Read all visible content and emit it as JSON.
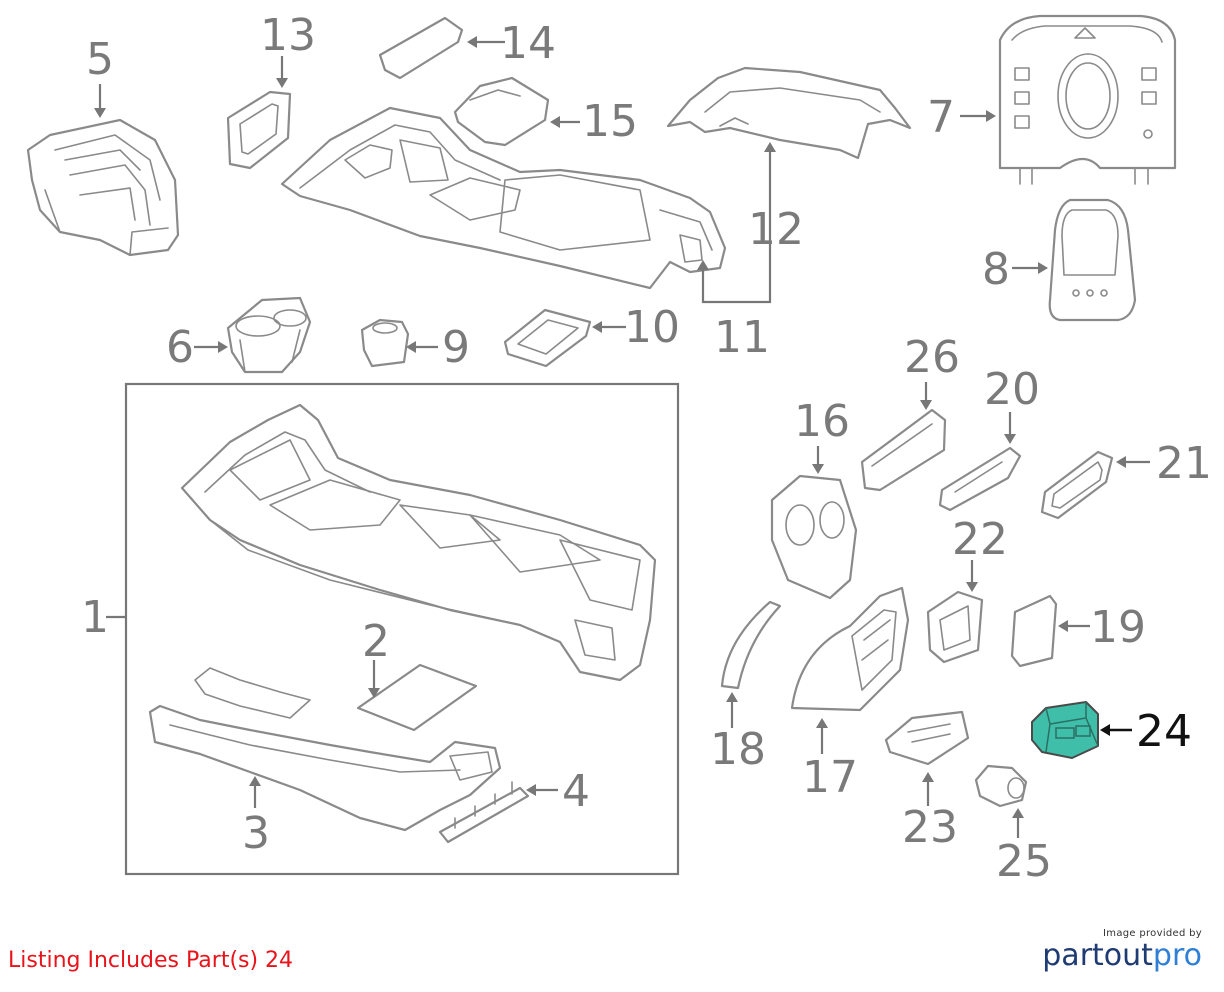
{
  "callouts": {
    "c1": "1",
    "c2": "2",
    "c3": "3",
    "c4": "4",
    "c5": "5",
    "c6": "6",
    "c7": "7",
    "c8": "8",
    "c9": "9",
    "c10": "10",
    "c11": "11",
    "c12": "12",
    "c13": "13",
    "c14": "14",
    "c15": "15",
    "c16": "16",
    "c17": "17",
    "c18": "18",
    "c19": "19",
    "c20": "20",
    "c21": "21",
    "c22": "22",
    "c23": "23",
    "c24": "24",
    "c25": "25",
    "c26": "26"
  },
  "highlighted_part": "24",
  "highlight_color": "#3fbfa9",
  "listing_note": "Listing Includes Part(s) 24",
  "listing_color": "#e8131b",
  "provider": {
    "tagline": "Image provided by",
    "logo_main": "partout",
    "logo_accent": "pro"
  }
}
